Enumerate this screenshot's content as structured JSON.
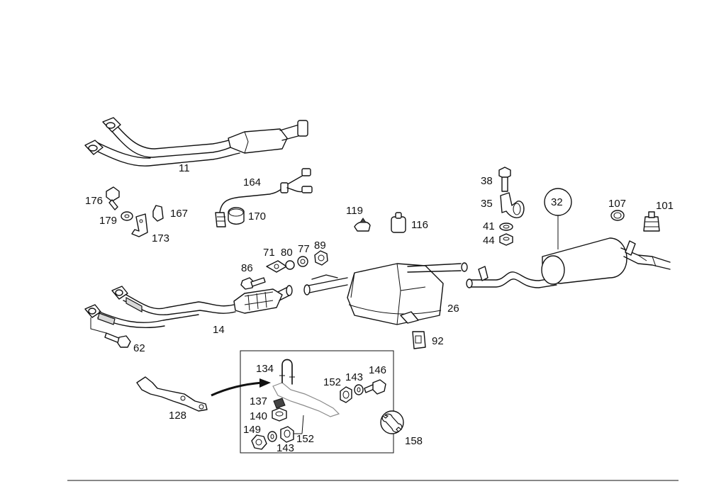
{
  "labels": {
    "p11": "11",
    "p14": "14",
    "p26": "26",
    "p32": "32",
    "p35": "35",
    "p38": "38",
    "p41": "41",
    "p44": "44",
    "p62": "62",
    "p71": "71",
    "p77": "77",
    "p80": "80",
    "p86": "86",
    "p89": "89",
    "p92": "92",
    "p101": "101",
    "p107": "107",
    "p116": "116",
    "p119": "119",
    "p128": "128",
    "p134": "134",
    "p137": "137",
    "p140": "140",
    "p143a": "143",
    "p143b": "143",
    "p146": "146",
    "p149": "149",
    "p152a": "152",
    "p152b": "152",
    "p158": "158",
    "p164": "164",
    "p167": "167",
    "p170": "170",
    "p173": "173",
    "p176": "176",
    "p179": "179"
  }
}
